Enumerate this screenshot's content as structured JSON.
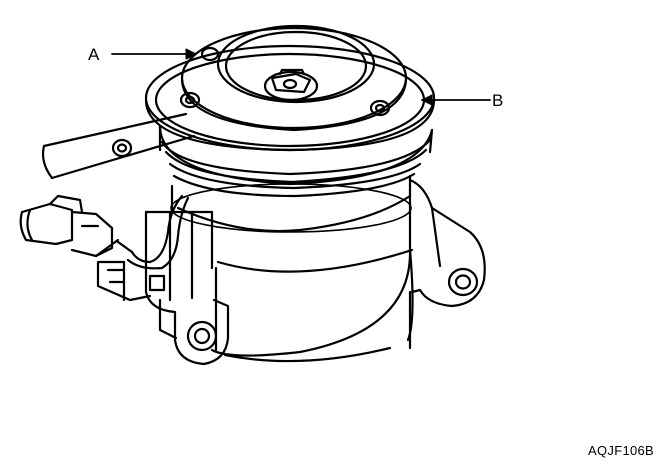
{
  "diagram": {
    "labels": {
      "a": "A",
      "b": "B"
    },
    "figure_id": "AQJF106B",
    "line_color": "#000000",
    "background_color": "#ffffff"
  }
}
